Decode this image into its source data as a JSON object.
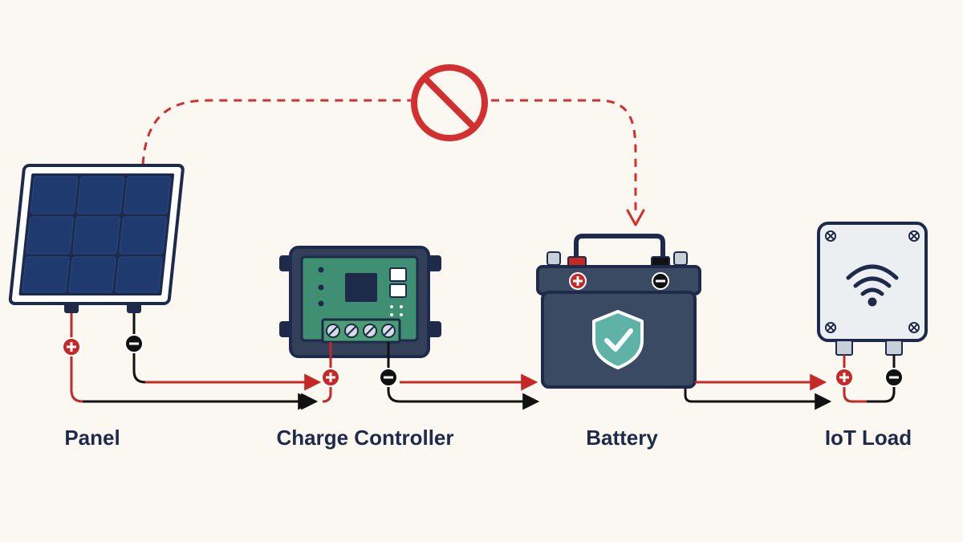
{
  "labels": {
    "panel": "Panel",
    "controller": "Charge Controller",
    "battery": "Battery",
    "load": "IoT Load"
  },
  "colors": {
    "background": "#fbf8f2",
    "positive_wire": "#c62828",
    "negative_wire": "#111111",
    "bypass_line": "#d32f2f",
    "navy": "#1e2a4a",
    "battery_body": "#3b4a63",
    "pcb": "#3f8f72",
    "shield": "#5fb3a6"
  },
  "icons": {
    "bypass": "prohibited-icon",
    "load_status": "wifi-icon",
    "battery_status": "shield-check-icon",
    "positive": "plus-icon",
    "negative": "minus-icon"
  }
}
